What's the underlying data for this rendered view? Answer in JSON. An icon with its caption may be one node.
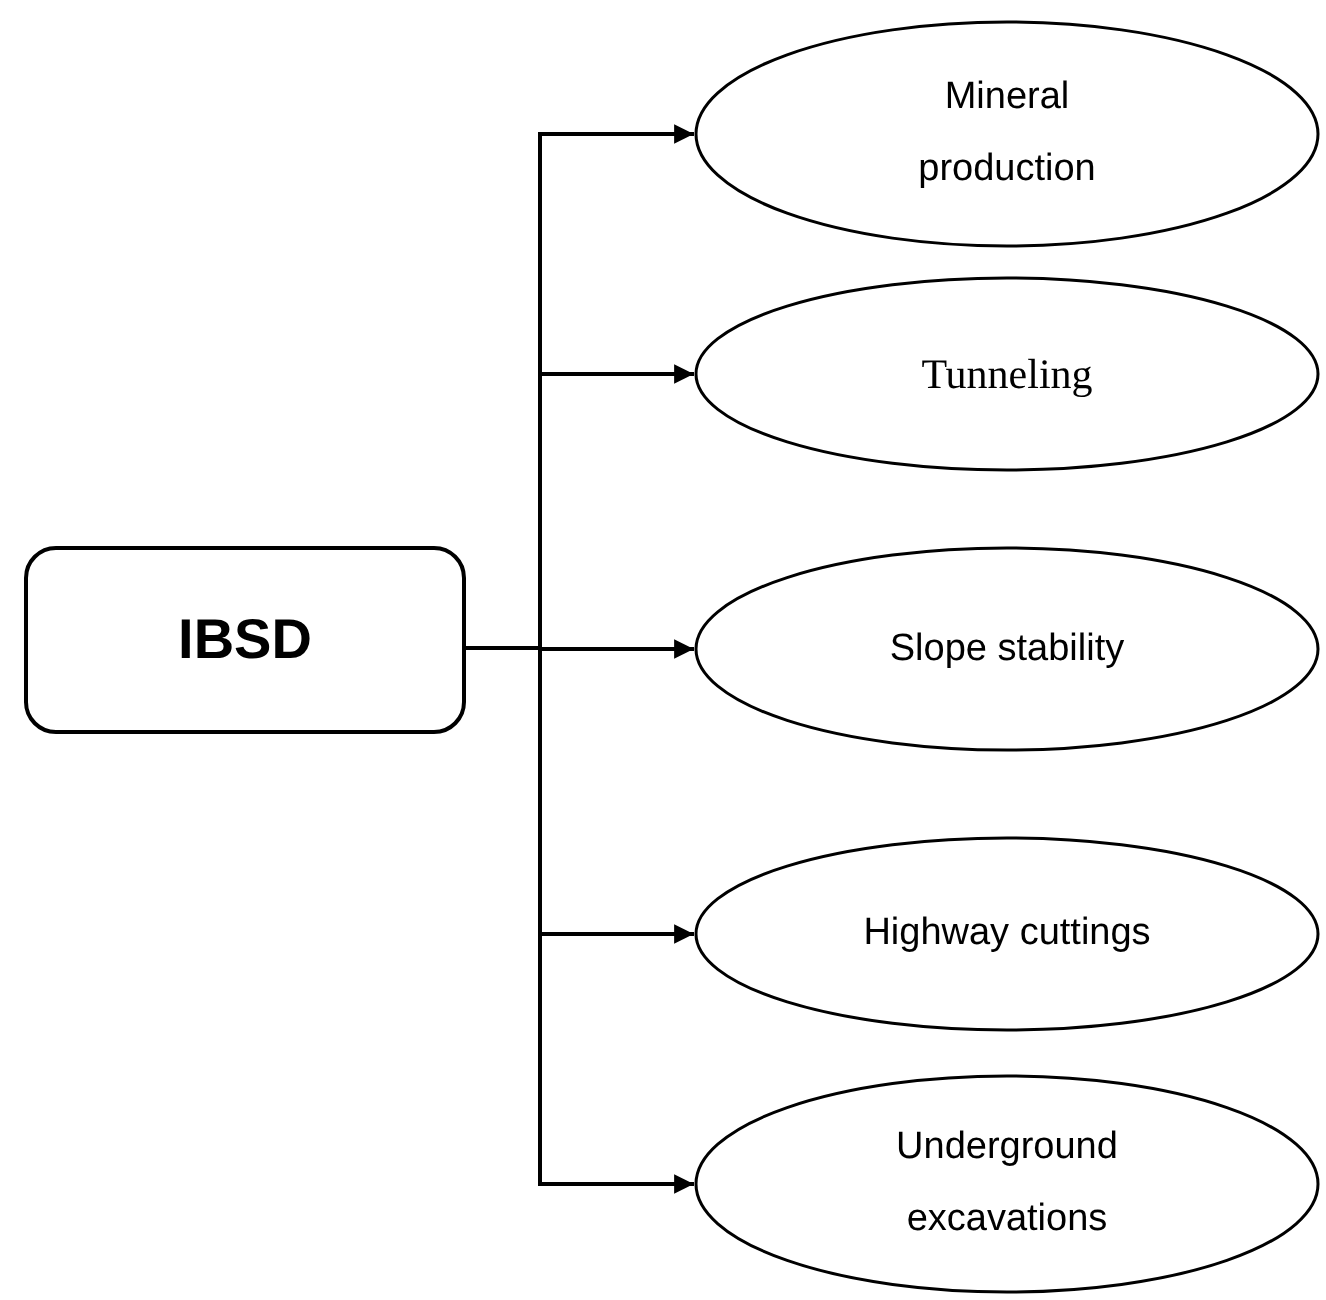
{
  "diagram": {
    "nodes": [
      {
        "text": [
          "IBSD"
        ]
      },
      {
        "text": [
          "Mineral production"
        ]
      },
      {
        "text": [
          "Tunneling"
        ]
      },
      {
        "text": [
          "Slope stability"
        ]
      },
      {
        "text": [
          "Highway cuttings"
        ]
      },
      {
        "text": [
          "Underground excavations"
        ]
      }
    ],
    "edges": [
      {
        "from": 0,
        "to": 1,
        "arrow": "to"
      },
      {
        "from": 0,
        "to": 2,
        "arrow": "to"
      },
      {
        "from": 0,
        "to": 3,
        "arrow": "to"
      },
      {
        "from": 0,
        "to": 4,
        "arrow": "to"
      },
      {
        "from": 0,
        "to": 5,
        "arrow": "to"
      }
    ]
  }
}
